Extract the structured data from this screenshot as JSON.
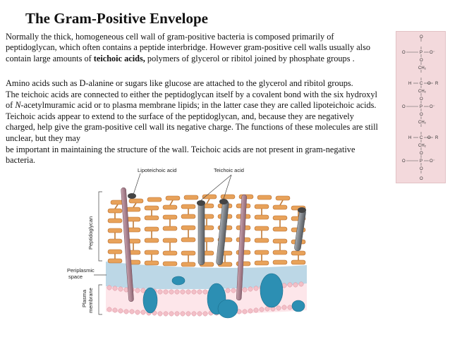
{
  "title": "The Gram-Positive Envelope",
  "paragraphs": {
    "p1_before": "Normally the thick, homogeneous cell wall of gram-positive bacteria is composed primarily of peptidoglycan, which often contains a peptide interbridge. However gram-positive cell walls usually also contain large amounts of ",
    "p1_bold": "teichoic acids,",
    "p1_after": " polymers of glycerol or ribitol joined by phosphate groups .",
    "p2": "Amino acids such as D-alanine or sugars like glucose are attached to the glycerol and ribitol groups.",
    "p3_before": "The teichoic acids are connected to either the peptidoglycan itself by a covalent bond with the six hydroxyl of ",
    "p3_italic": "N",
    "p3_after": "-acetylmuramic acid or to plasma membrane lipids; in the latter case they are called lipoteichoic acids. Teichoic acids appear to extend to the surface of the peptidoglycan, and, because they are negatively charged, help give the gram-positive cell wall its negative charge. The functions of these molecules are still unclear, but they may",
    "p4": "be important in maintaining the structure of the wall. Teichoic acids are not present in gram-negative bacteria."
  },
  "chemical_structure": {
    "O": "O",
    "P": "P",
    "O_minus": "O⁻",
    "CH2": "CH₂",
    "H": "H",
    "C": "C",
    "R": "R"
  },
  "figure": {
    "label_lipoteichoic": "Lipoteichoic acid",
    "label_teichoic": "Teichoic acid",
    "label_peptidoglycan": "Peptidoglycan",
    "label_periplasmic_1": "Periplasmic",
    "label_periplasmic_2": "space",
    "label_plasma_1": "Plasma",
    "label_plasma_2": "membrane"
  },
  "colors": {
    "peptidoglycan": "#e8a25a",
    "peptidoglycan_dark": "#b86a2a",
    "periplasm": "#bcd7e6",
    "membrane_head": "#f3c0c8",
    "protein": "#2c8fb3",
    "teichoic_rod": "#7d8288",
    "chem_panel": "#f3d9dc"
  }
}
